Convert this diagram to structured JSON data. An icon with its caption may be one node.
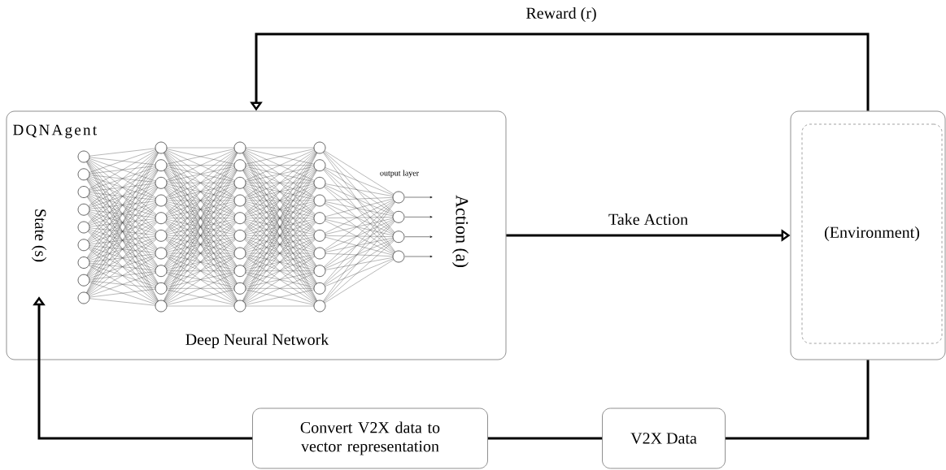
{
  "diagram": {
    "nodes": [
      {
        "text": [
          "DQNAgent"
        ]
      },
      {
        "text": [
          "State (s)"
        ],
        "in": 0
      },
      {
        "text": [],
        "shape": "box"
      },
      {
        "text": [
          "(Environment)"
        ],
        "in": 2
      },
      {
        "text": [
          "Convert V2X data to vector representation"
        ]
      },
      {
        "text": [
          "V2X Data"
        ]
      }
    ],
    "edges": [
      {
        "from": 0,
        "to": 2,
        "arrow": "to",
        "label": "Take Action"
      },
      {
        "from": 2,
        "to": 0,
        "arrow": "to",
        "label": "Reward (r)"
      },
      {
        "from": 2,
        "to": 5,
        "arrow": "none"
      },
      {
        "from": 5,
        "to": 4,
        "arrow": "none"
      },
      {
        "from": 4,
        "to": 1,
        "arrow": "to"
      }
    ],
    "labels": [
      "output layer",
      "Action (a)",
      "Deep Neural Network"
    ]
  }
}
